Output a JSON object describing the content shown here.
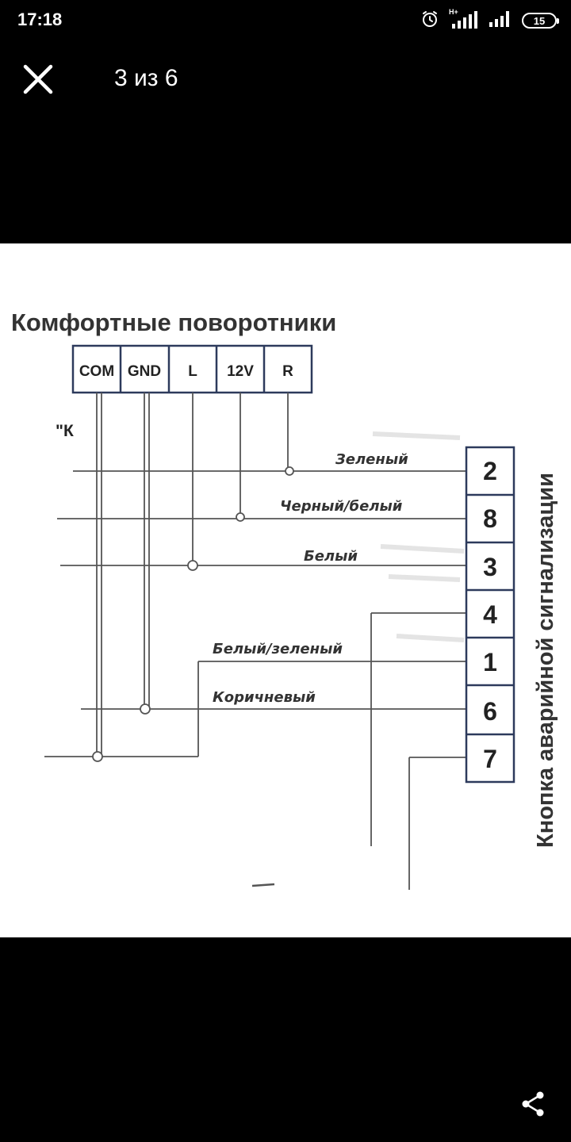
{
  "status_bar": {
    "time": "17:18",
    "battery": "15",
    "network": "H+"
  },
  "viewer": {
    "counter": "3 из 6"
  },
  "icons": {
    "close": "close-icon",
    "share": "share-icon",
    "alarm": "alarm-clock-icon",
    "signal": "signal-bars-icon",
    "battery": "battery-icon"
  },
  "diagram": {
    "title": "Комфортные поворотники",
    "top_connector": [
      "COM",
      "GND",
      "L",
      "12V",
      "R"
    ],
    "left_fragment": "\"К",
    "wires": [
      {
        "label": "Зеленый",
        "pin": "2"
      },
      {
        "label": "Черный/белый",
        "pin": "8"
      },
      {
        "label": "Белый",
        "pin": "3"
      },
      {
        "label": "",
        "pin": "4"
      },
      {
        "label": "Белый/зеленый",
        "pin": "1"
      },
      {
        "label": "Коричневый",
        "pin": "6"
      },
      {
        "label": "",
        "pin": "7"
      }
    ],
    "side_label": "Кнопка аварийной сигнализации"
  }
}
